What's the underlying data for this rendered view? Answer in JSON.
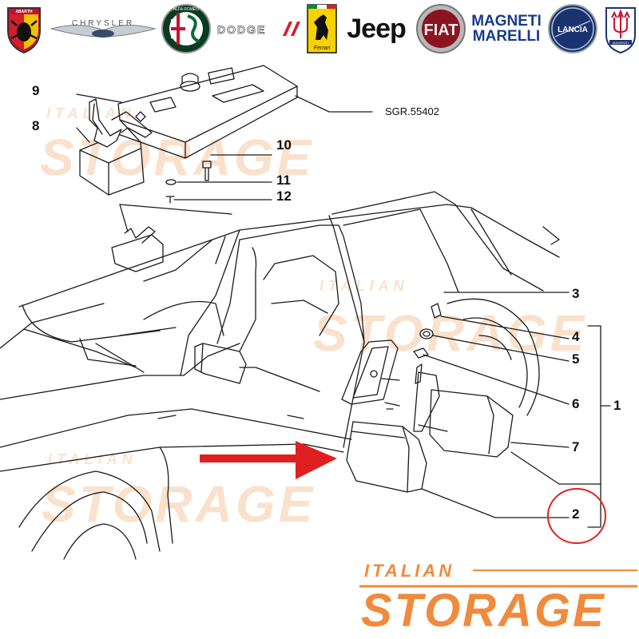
{
  "brands": [
    {
      "name": "ABARTH",
      "icon": "abarth-scorpion-badge-icon"
    },
    {
      "name": "CHRYSLER",
      "icon": "chrysler-wings-icon"
    },
    {
      "name": "ALFA ROMEO",
      "icon": "alfa-romeo-roundel-icon"
    },
    {
      "name": "DODGE",
      "icon": "dodge-stripes-icon"
    },
    {
      "name": "Ferrari",
      "icon": "ferrari-prancing-horse-icon"
    },
    {
      "name": "Jeep",
      "icon": "jeep-wordmark-icon"
    },
    {
      "name": "FIAT",
      "icon": "fiat-badge-icon"
    },
    {
      "name": "MAGNETI MARELLI",
      "icon": "magneti-marelli-wordmark-icon"
    },
    {
      "name": "LANCIA",
      "icon": "lancia-badge-icon"
    },
    {
      "name": "MASERATI",
      "icon": "maserati-trident-icon"
    }
  ],
  "diagram": {
    "reference_code": "SGR.55402",
    "callouts": [
      "9",
      "8",
      "10",
      "11",
      "12",
      "3",
      "4",
      "5",
      "6",
      "1",
      "7",
      "2"
    ],
    "highlighted_part": "2",
    "accent_colors": {
      "arrow": "#e02020",
      "circle": "#e02020",
      "watermark": "#f4a46a",
      "logo": "#f08a3c"
    }
  },
  "watermark": {
    "line1": "ITALIAN",
    "line2": "STORAGE"
  },
  "footer_logo": {
    "line1": "ITALIAN",
    "line2": "STORAGE"
  }
}
